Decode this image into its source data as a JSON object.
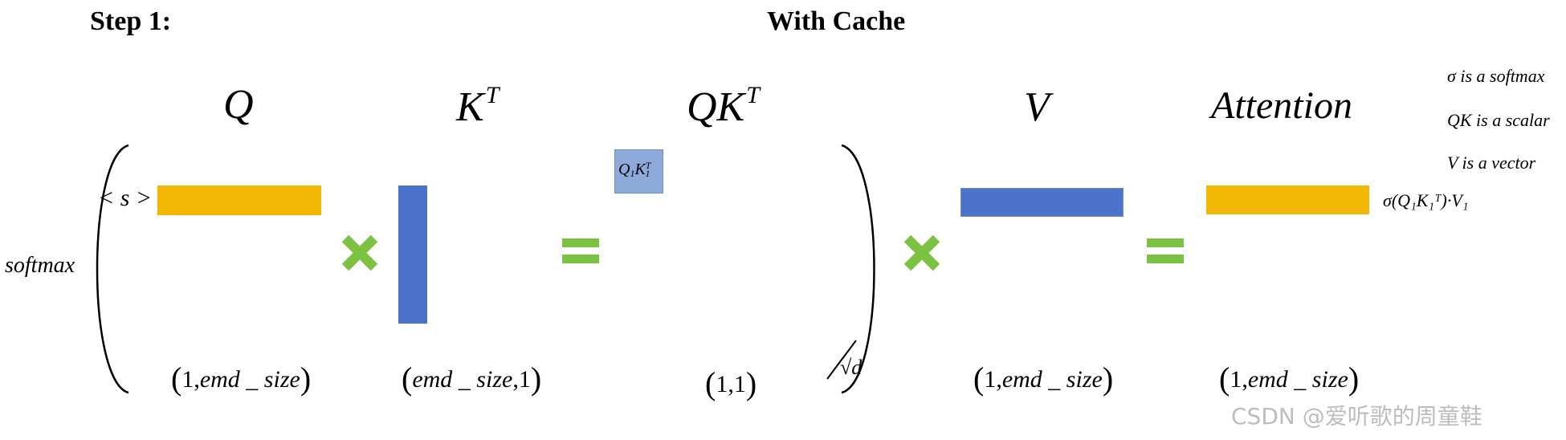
{
  "step_label": "Step 1:",
  "title": "With Cache",
  "headers": {
    "q": "Q",
    "kt_base": "K",
    "kt_sup": "T",
    "qkt_base": "QK",
    "qkt_sup": "T",
    "v": "V",
    "attention": "Attention"
  },
  "notes": {
    "sigma": "σ is a softmax",
    "qk": "QK is a scalar",
    "v": "V is a vector"
  },
  "labels": {
    "token": "< s >",
    "softmax": "softmax",
    "sqrt_d": "√d",
    "qk_cell_q": "Q",
    "qk_cell_q_sub": "1",
    "qk_cell_k": "K",
    "qk_cell_k_sub": "1",
    "qk_cell_k_sup": "T",
    "result": "σ(Q₁K₁ᵀ)·V₁"
  },
  "dims": {
    "q_pre": "1,",
    "q_it": "emd _ size",
    "kt_it": "emd _ size",
    "kt_post": ",1",
    "qk": "1,1",
    "v_pre": "1,",
    "v_it": "emd _ size",
    "att_pre": "1,",
    "att_it": "emd _ size"
  },
  "colors": {
    "yellow": "#f2b705",
    "blue": "#4a73c9",
    "light_blue": "#8eaadb",
    "green": "#7cc242",
    "watermark": "#bdbdbd"
  },
  "watermark": "CSDN @爱听歌的周童鞋"
}
